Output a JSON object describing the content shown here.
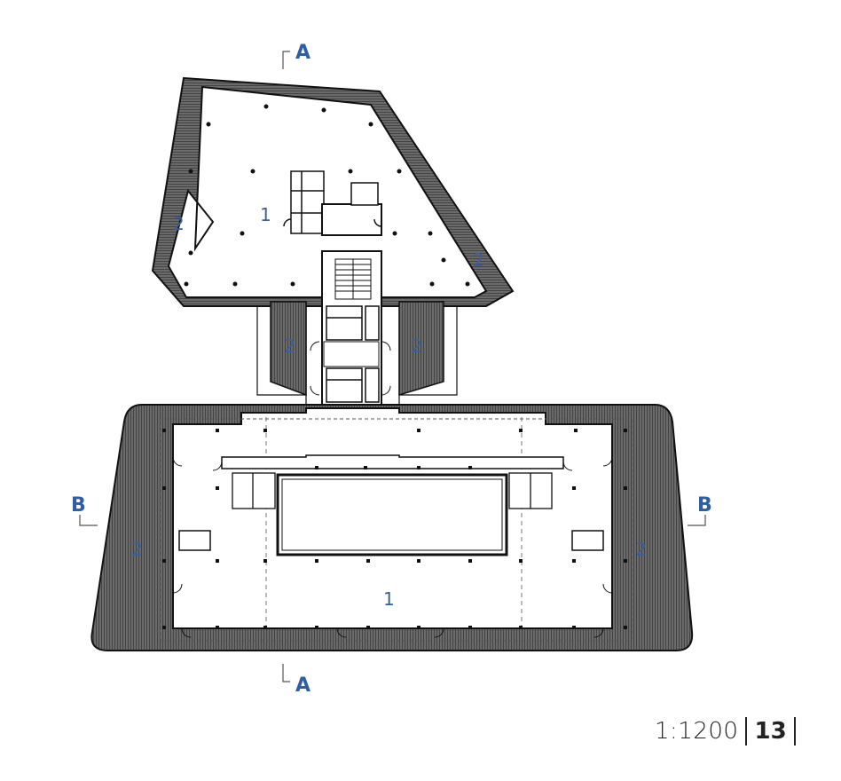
{
  "section_markers": {
    "a_top": "A",
    "a_bottom": "A",
    "b_left": "B",
    "b_right": "B"
  },
  "room_numbers": {
    "upper_main": "1",
    "upper_left_terrace": "2",
    "upper_right_terrace": "2",
    "link_left_terrace": "2",
    "link_right_terrace": "2",
    "lower_left_terrace": "2",
    "lower_right_terrace": "2",
    "lower_main": "1"
  },
  "footer": {
    "scale": "1:1200",
    "page_number": "13"
  },
  "colors": {
    "wall": "#1a1a1a",
    "terrace": "#555555",
    "label_blue": "#3a5f9a",
    "marker_blue": "#2e5fa3"
  }
}
